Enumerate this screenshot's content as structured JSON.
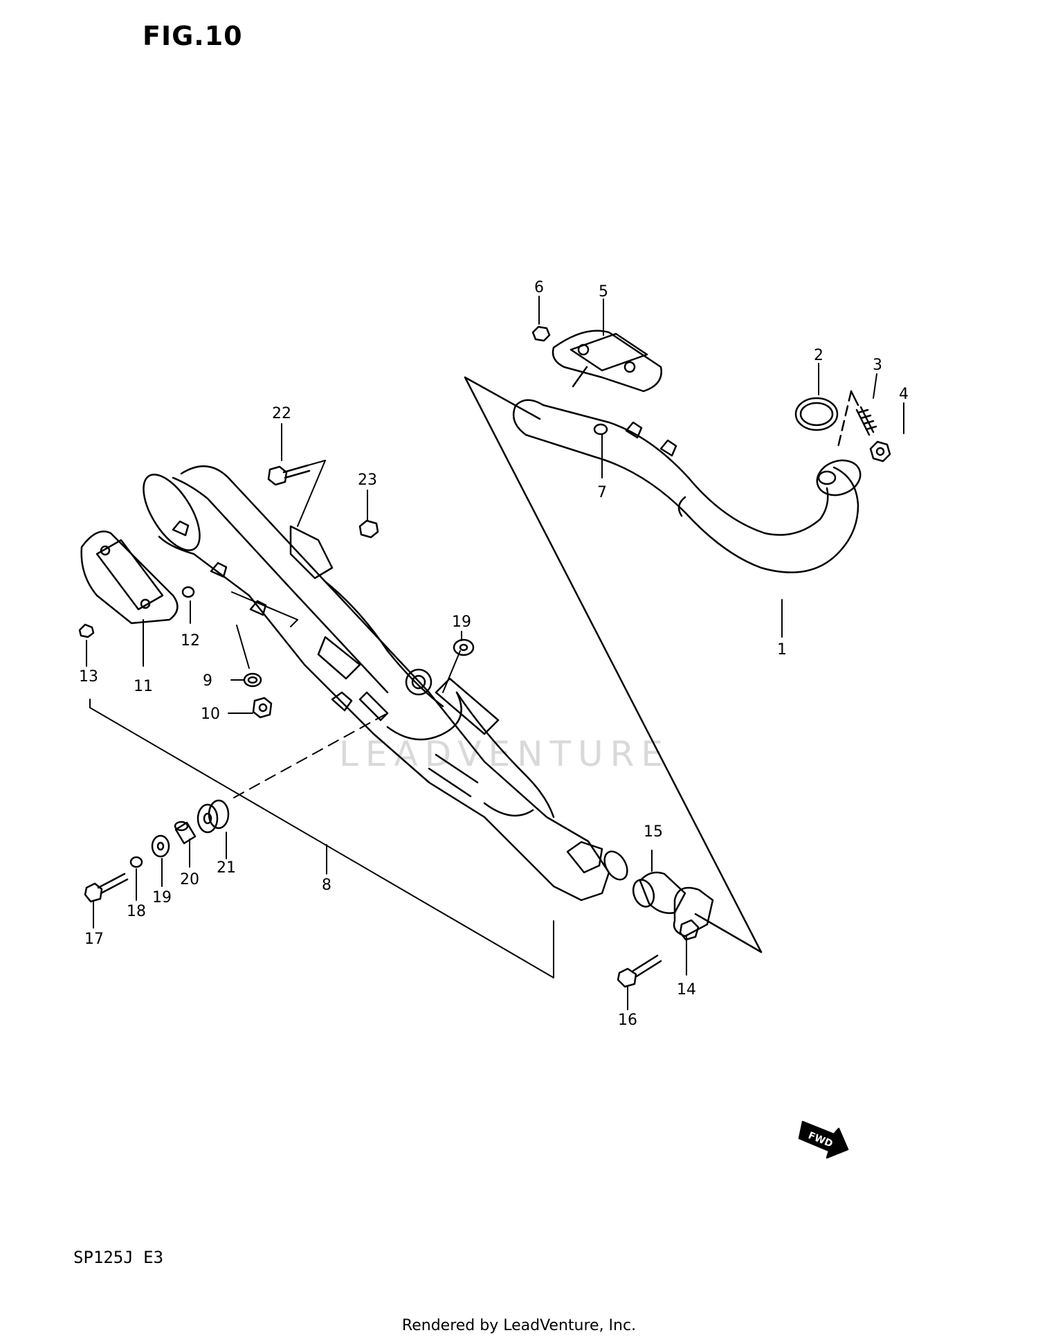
{
  "figure_title": "FIG.10",
  "model_code": "SP125J  E3",
  "credit": "Rendered by LeadVenture, Inc.",
  "watermark": "LEADVENTURE",
  "direction_indicator": {
    "label": "FWD",
    "icon": "forward-arrow-icon"
  },
  "callouts": [
    {
      "id": "1",
      "text": "1"
    },
    {
      "id": "2",
      "text": "2"
    },
    {
      "id": "3",
      "text": "3"
    },
    {
      "id": "4",
      "text": "4"
    },
    {
      "id": "5",
      "text": "5"
    },
    {
      "id": "6",
      "text": "6"
    },
    {
      "id": "7",
      "text": "7"
    },
    {
      "id": "8",
      "text": "8"
    },
    {
      "id": "9",
      "text": "9"
    },
    {
      "id": "10",
      "text": "10"
    },
    {
      "id": "11",
      "text": "11"
    },
    {
      "id": "12",
      "text": "12"
    },
    {
      "id": "13",
      "text": "13"
    },
    {
      "id": "14",
      "text": "14"
    },
    {
      "id": "15",
      "text": "15"
    },
    {
      "id": "16",
      "text": "16"
    },
    {
      "id": "17",
      "text": "17"
    },
    {
      "id": "18",
      "text": "18"
    },
    {
      "id": "19a",
      "text": "19"
    },
    {
      "id": "19b",
      "text": "19"
    },
    {
      "id": "20",
      "text": "20"
    },
    {
      "id": "21",
      "text": "21"
    },
    {
      "id": "22",
      "text": "22"
    },
    {
      "id": "23",
      "text": "23"
    }
  ]
}
